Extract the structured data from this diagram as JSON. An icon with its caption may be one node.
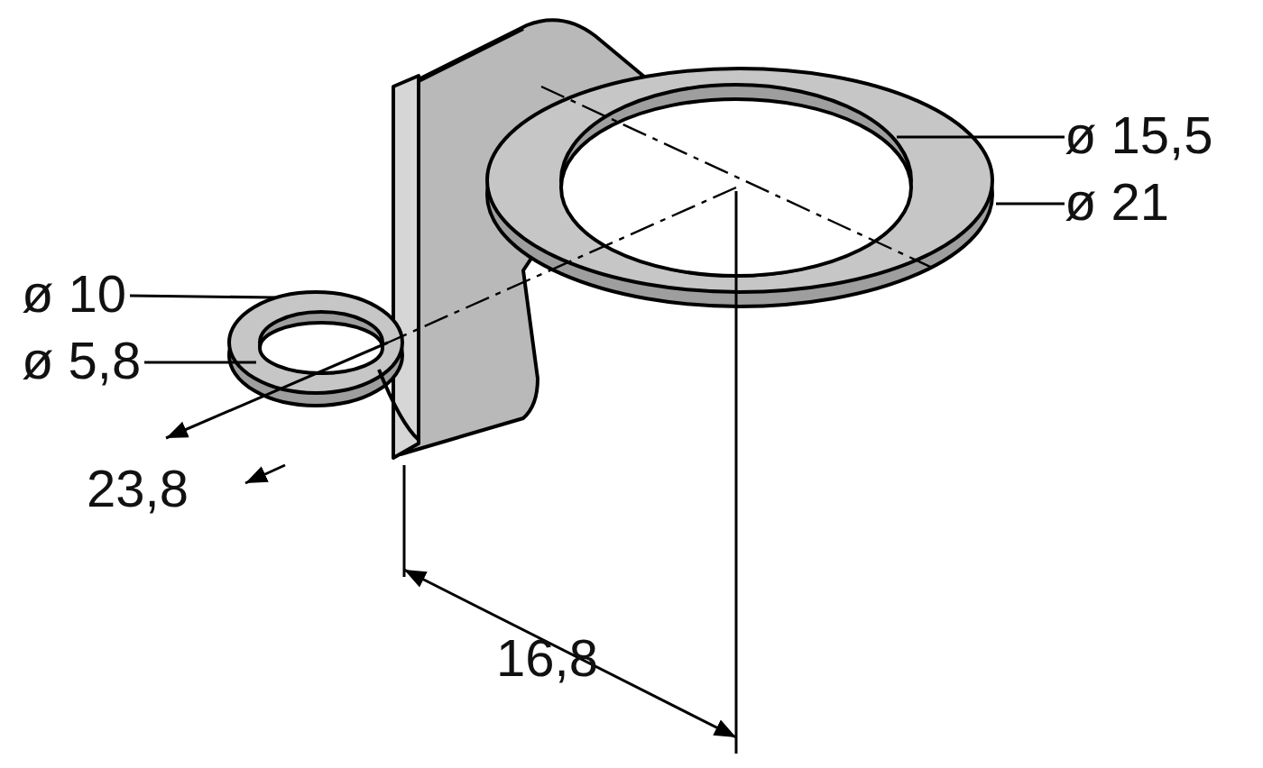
{
  "diagram": {
    "nodes": [
      {
        "text": [
          "ø 15,5"
        ]
      },
      {
        "text": [
          "ø 21"
        ]
      },
      {
        "text": [
          "ø 10"
        ]
      },
      {
        "text": [
          "ø 5,8"
        ]
      }
    ],
    "edges": [
      {
        "from": 0,
        "to": null,
        "arrow": "none"
      },
      {
        "from": 1,
        "to": null,
        "arrow": "none"
      },
      {
        "from": 2,
        "to": null,
        "arrow": "none"
      },
      {
        "from": 3,
        "to": null,
        "arrow": "none"
      }
    ],
    "labels": [
      "23,8",
      "16,8"
    ]
  }
}
